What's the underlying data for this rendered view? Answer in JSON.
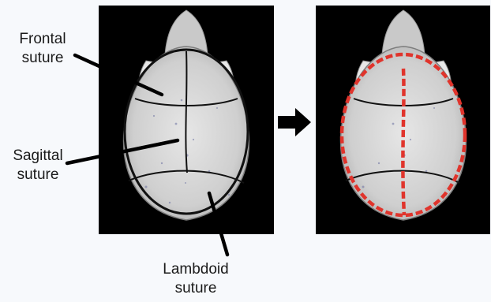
{
  "labels": {
    "frontal": [
      "Frontal",
      "suture"
    ],
    "sagittal": [
      "Sagittal",
      "suture"
    ],
    "lambdoid": [
      "Lambdoid",
      "suture"
    ]
  },
  "colors": {
    "background": "#f7f9fc",
    "panel": "#000000",
    "bone": "#d9d9d9",
    "outline": "#111111",
    "dashed_outline": "#e0342c",
    "arrow": "#000000"
  },
  "icons": {
    "transition": "right-arrow-icon"
  }
}
